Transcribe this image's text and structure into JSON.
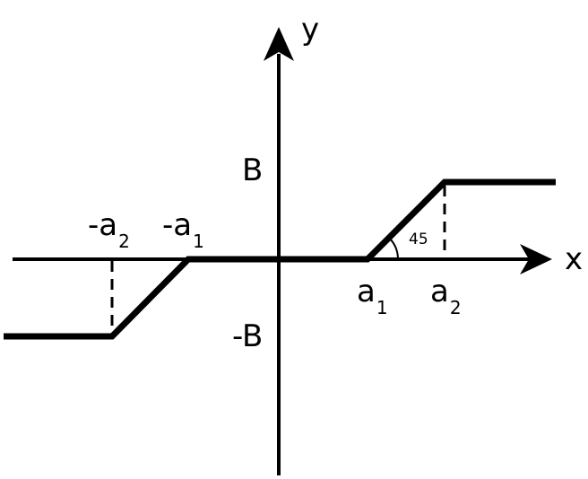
{
  "axes": {
    "x_label": "x",
    "y_label": "y"
  },
  "levels": {
    "upper": "B",
    "lower": "-B"
  },
  "thresholds": {
    "pos_a1_base": "a",
    "pos_a1_sub": "1",
    "pos_a2_base": "a",
    "pos_a2_sub": "2",
    "neg_a1_base": "-a",
    "neg_a1_sub": "1",
    "neg_a2_base": "-a",
    "neg_a2_sub": "2"
  },
  "angle_label": "45",
  "colors": {
    "ink": "#000000",
    "background": "#ffffff"
  }
}
